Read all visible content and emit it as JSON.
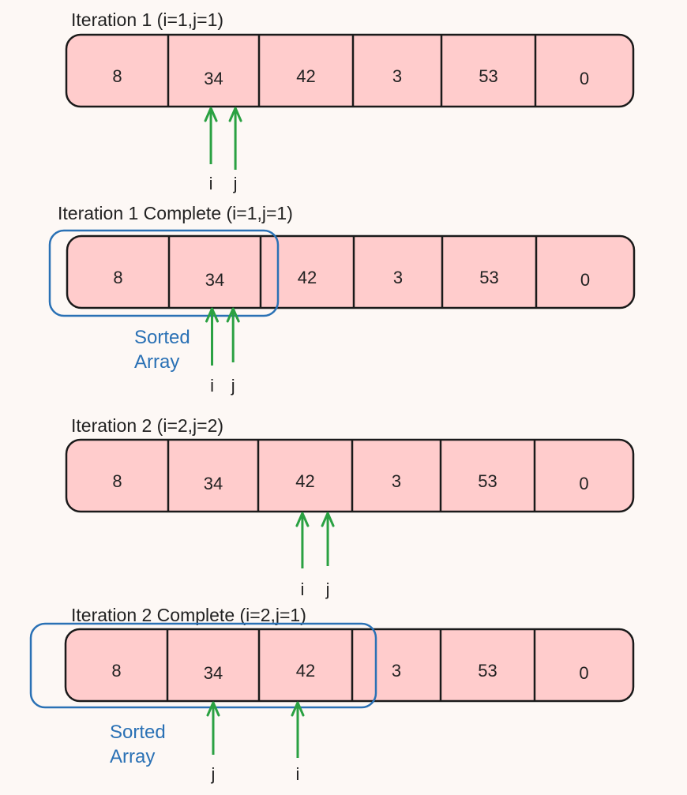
{
  "diagram": {
    "colors": {
      "cell_fill": "#ffcccc",
      "cell_stroke": "#1a1a1a",
      "arrow": "#2aa142",
      "highlight": "#2a71b5",
      "background": "#fdf8f5"
    },
    "icons": [
      "arrow-up-icon"
    ],
    "iterations": [
      {
        "title": "Iteration 1 (i=1,j=1)",
        "cells": [
          "8",
          "34",
          "42",
          "3",
          "53",
          "0"
        ],
        "pointers": [
          {
            "label": "i",
            "index": 1
          },
          {
            "label": "j",
            "index": 1
          }
        ],
        "sorted_label": "",
        "sorted_cells": 0
      },
      {
        "title": "Iteration 1 Complete (i=1,j=1)",
        "cells": [
          "8",
          "34",
          "42",
          "3",
          "53",
          "0"
        ],
        "pointers": [
          {
            "label": "i",
            "index": 1
          },
          {
            "label": "j",
            "index": 1
          }
        ],
        "sorted_label": "Sorted\nArray",
        "sorted_cells": 2
      },
      {
        "title": "Iteration 2 (i=2,j=2)",
        "cells": [
          "8",
          "34",
          "42",
          "3",
          "53",
          "0"
        ],
        "pointers": [
          {
            "label": "i",
            "index": 2
          },
          {
            "label": "j",
            "index": 2
          }
        ],
        "sorted_label": "",
        "sorted_cells": 0
      },
      {
        "title": "Iteration 2 Complete (i=2,j=1)",
        "cells": [
          "8",
          "34",
          "42",
          "3",
          "53",
          "0"
        ],
        "pointers": [
          {
            "label": "j",
            "index": 1
          },
          {
            "label": "i",
            "index": 2
          }
        ],
        "sorted_label": "Sorted\nArray",
        "sorted_cells": 3
      }
    ]
  }
}
